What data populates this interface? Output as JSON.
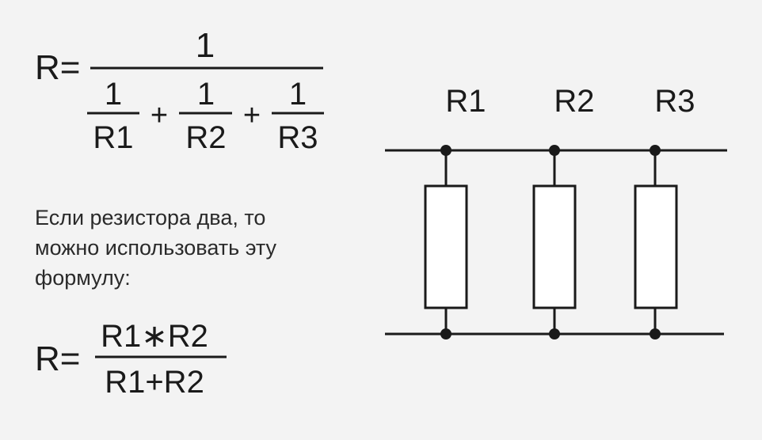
{
  "formula_parallel": {
    "lhs": "R=",
    "numerator": "1",
    "terms": [
      {
        "num": "1",
        "den": "R1"
      },
      {
        "num": "1",
        "den": "R2"
      },
      {
        "num": "1",
        "den": "R3"
      }
    ],
    "plus": "+"
  },
  "note": {
    "lines": [
      "Если резистора два, то",
      "можно использовать эту",
      "формулу:"
    ]
  },
  "formula_two": {
    "lhs": "R=",
    "numerator": "R1∗R2",
    "denominator": "R1+R2"
  },
  "circuit": {
    "labels": [
      "R1",
      "R2",
      "R3"
    ]
  }
}
